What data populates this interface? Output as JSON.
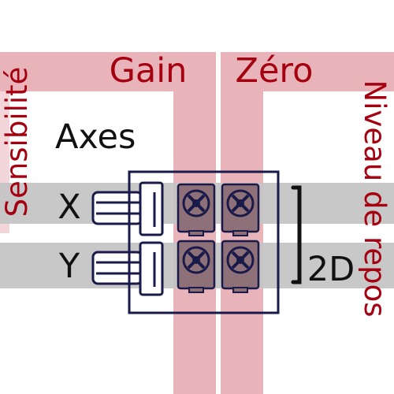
{
  "labels": {
    "gain": "Gain",
    "zero": "Zéro",
    "sensitivity": "Sensibilité",
    "rest_level": "Niveau de repos",
    "axes": "Axes",
    "axis_x": "X",
    "axis_y": "Y",
    "mode": "2D"
  },
  "colors": {
    "pink_band": "#e8b4ba",
    "gray_band": "#c3c3c3",
    "red_text": "#a40010",
    "navy": "#1a1a4a",
    "potentiometer": "#8e7078",
    "black": "#111111"
  }
}
